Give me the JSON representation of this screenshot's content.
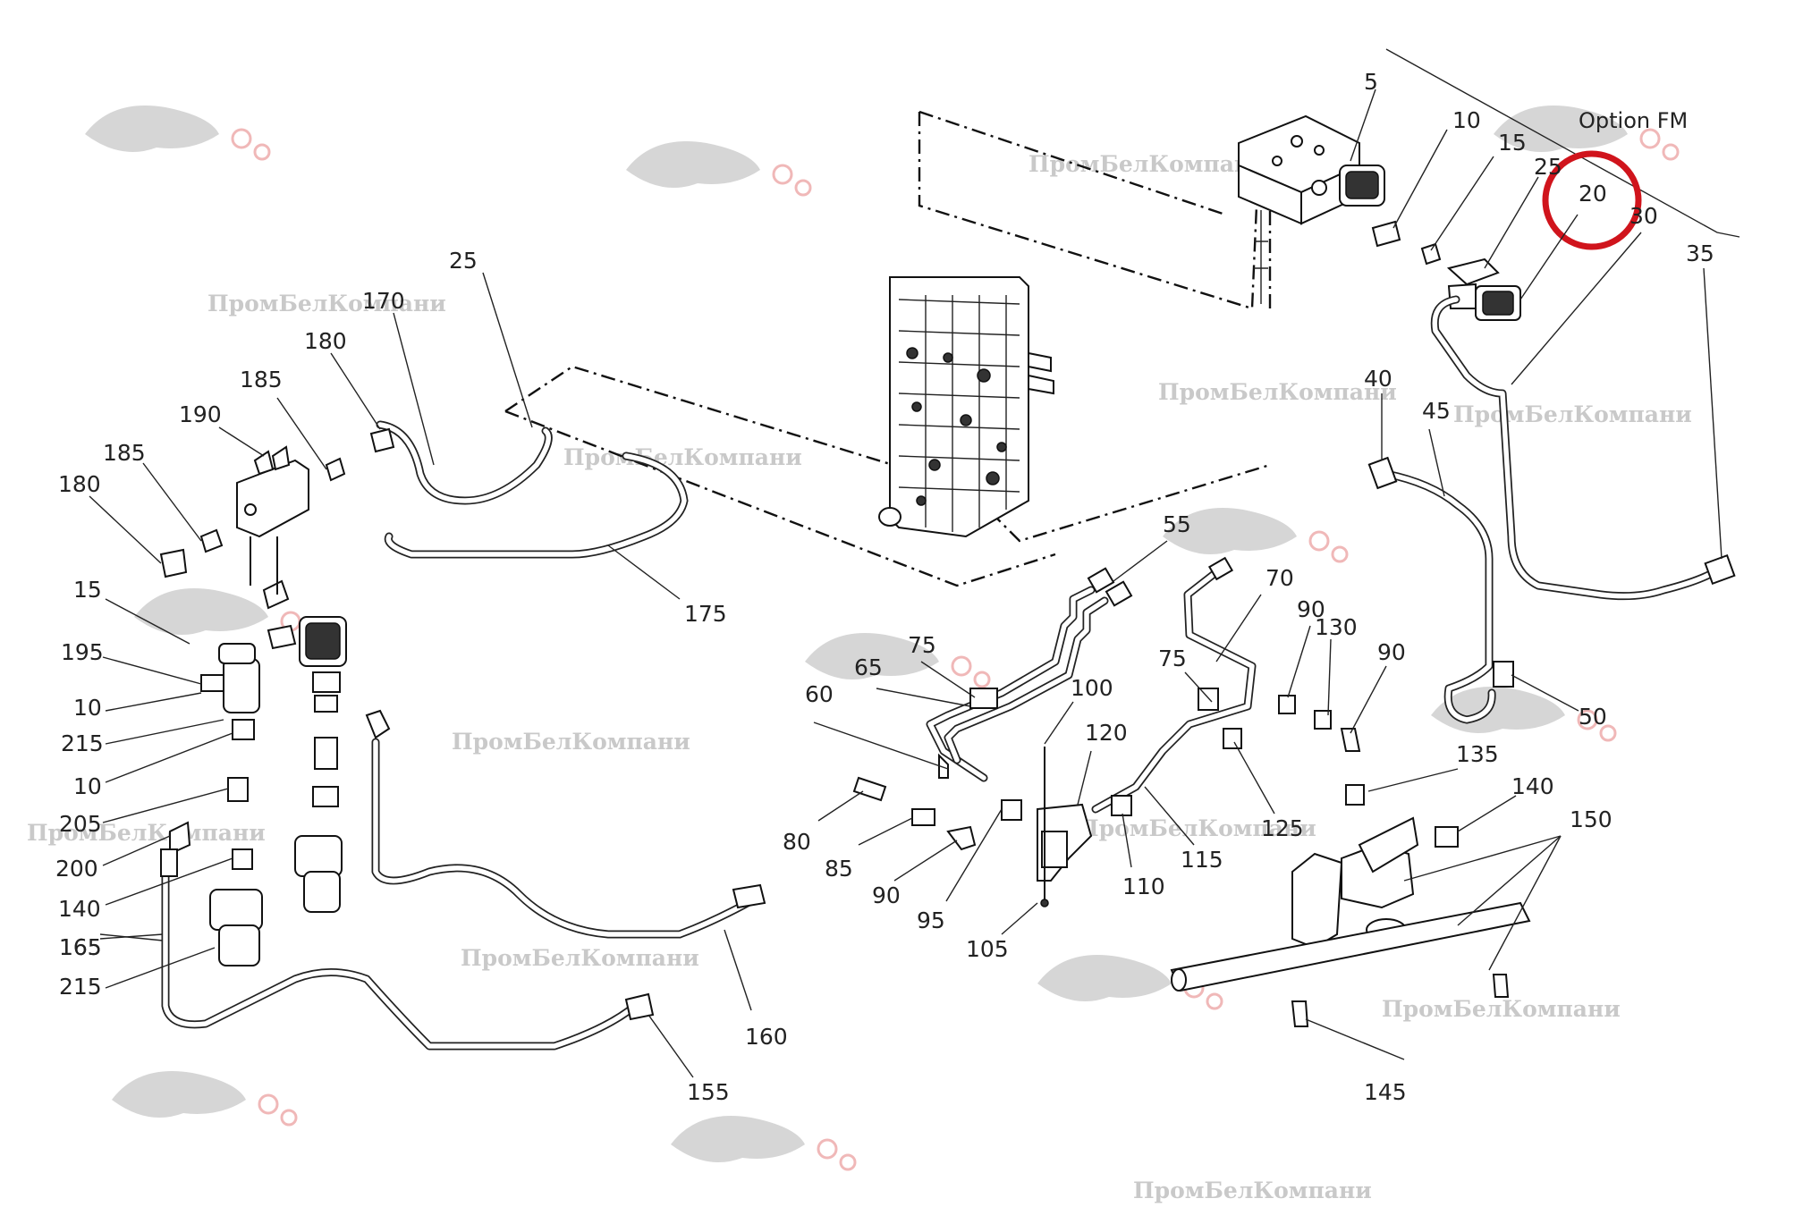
{
  "diagram": {
    "option_label": "Option FM",
    "watermark_text": "ПромБелКомпани",
    "highlight_color": "#d0141c",
    "callouts": [
      "5",
      "10",
      "15",
      "25",
      "20",
      "30",
      "35",
      "40",
      "45",
      "50",
      "55",
      "60",
      "65",
      "70",
      "75",
      "75",
      "80",
      "85",
      "90",
      "90",
      "90",
      "95",
      "100",
      "105",
      "110",
      "115",
      "120",
      "125",
      "130",
      "135",
      "140",
      "145",
      "150",
      "155",
      "160",
      "165",
      "170",
      "175",
      "180",
      "180",
      "185",
      "185",
      "190",
      "195",
      "10",
      "215",
      "10",
      "205",
      "200",
      "140",
      "165",
      "215",
      "25",
      "15"
    ]
  }
}
